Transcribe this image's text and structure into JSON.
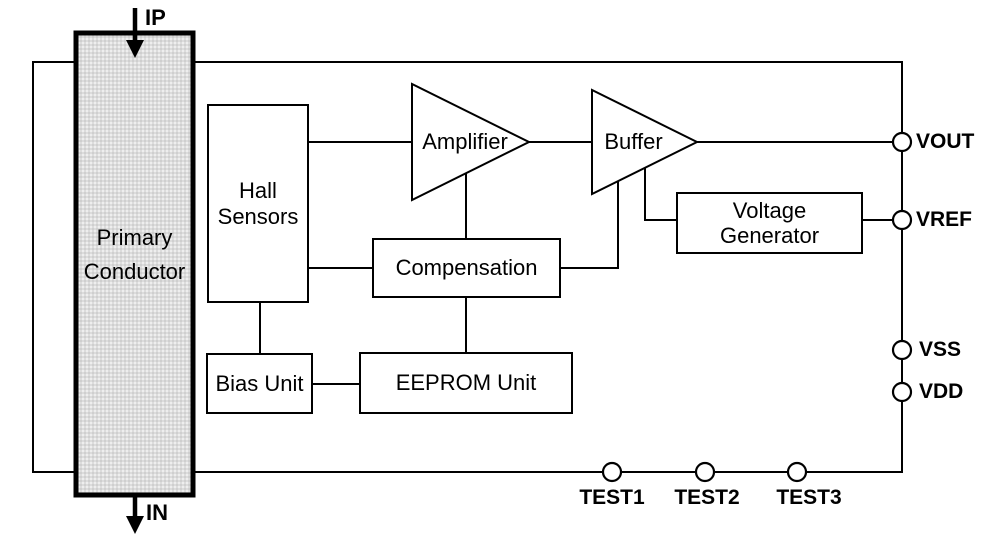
{
  "diagram": {
    "title": "current-sensor-ic-block-diagram",
    "conductor": {
      "line1": "Primary",
      "line2": "Conductor"
    },
    "current_terminals": {
      "top": "IP",
      "bottom": "IN"
    },
    "blocks": {
      "hall": {
        "line1": "Hall",
        "line2": "Sensors"
      },
      "amplifier": {
        "label": "Amplifier"
      },
      "buffer": {
        "label": "Buffer"
      },
      "compensation": {
        "label": "Compensation"
      },
      "voltage_generator": {
        "line1": "Voltage",
        "line2": "Generator"
      },
      "bias": {
        "label": "Bias Unit"
      },
      "eeprom": {
        "label": "EEPROM Unit"
      }
    },
    "pins": {
      "vout": "VOUT",
      "vref": "VREF",
      "vss": "VSS",
      "vdd": "VDD",
      "test1": "TEST1",
      "test2": "TEST2",
      "test3": "TEST3"
    },
    "colors": {
      "stroke": "#000000",
      "conductor_fill": "#dcdcdc",
      "background": "#ffffff"
    }
  }
}
